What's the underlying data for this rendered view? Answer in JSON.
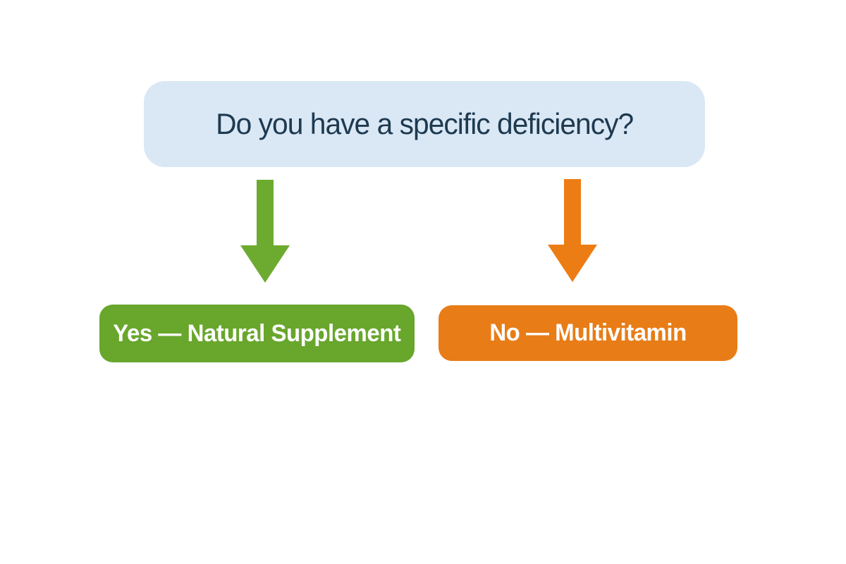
{
  "diagram": {
    "type": "decision-flowchart",
    "background_color": "#ffffff",
    "question_node": {
      "label": "Do you have a specific deficiency?",
      "bg_color": "#dae8f5",
      "text_color": "#1e3a50"
    },
    "branches": [
      {
        "id": "yes",
        "label": "Yes — Natural Supplement",
        "bg_color": "#68a62c",
        "text_color": "#ffffff",
        "arrow_icon": "down-arrow-icon",
        "arrow_color": "#6cab2f"
      },
      {
        "id": "no",
        "label": "No — Multivitamin",
        "bg_color": "#e87c16",
        "text_color": "#ffffff",
        "arrow_icon": "down-arrow-icon",
        "arrow_color": "#ec7d14"
      }
    ]
  }
}
